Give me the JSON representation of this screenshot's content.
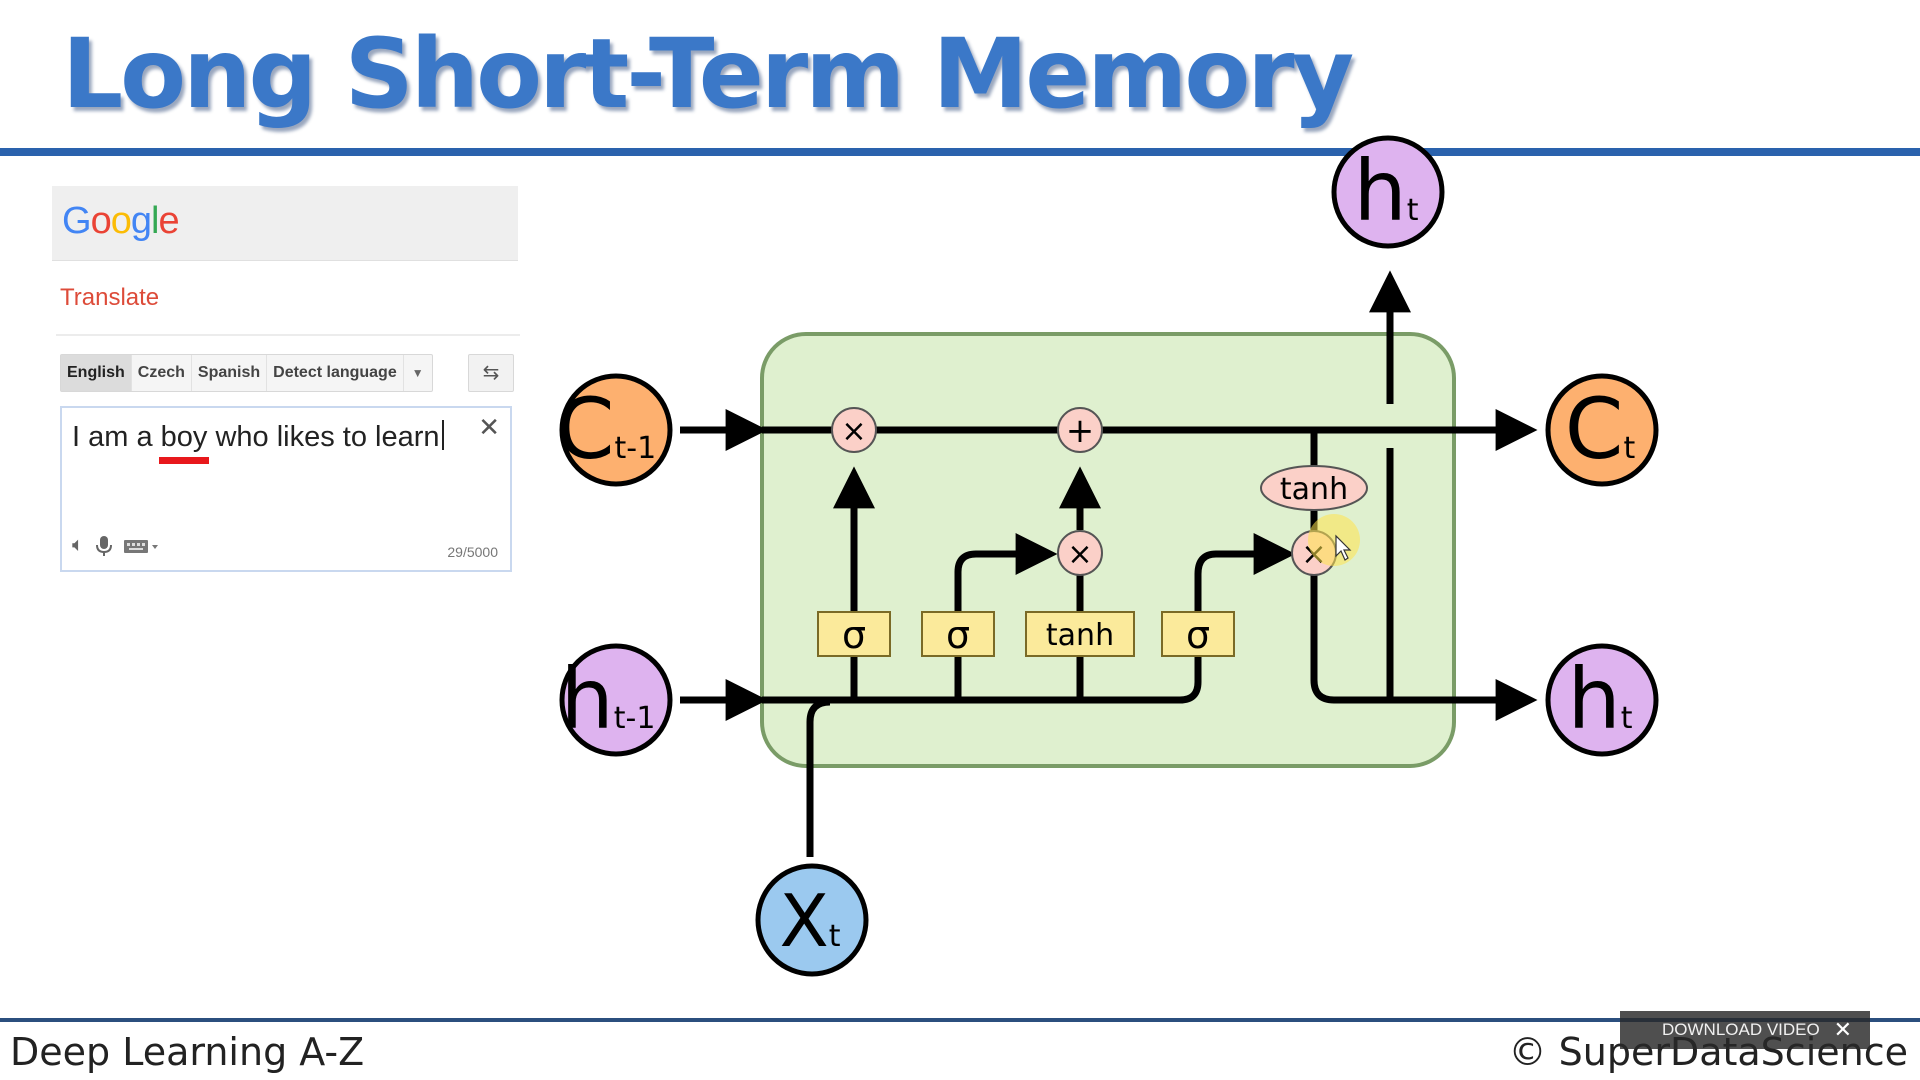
{
  "title": "Long Short-Term Memory",
  "footer": {
    "left": "Deep Learning A-Z",
    "right": "© SuperDataScience"
  },
  "download_bar": {
    "label": "DOWNLOAD VIDEO",
    "close": "✕"
  },
  "translate_panel": {
    "logo_letters": [
      "G",
      "o",
      "o",
      "g",
      "l",
      "e"
    ],
    "logo_colors": [
      "#4285f4",
      "#ea4335",
      "#fbbc05",
      "#4285f4",
      "#34a853",
      "#ea4335"
    ],
    "product": "Translate",
    "languages": [
      "English",
      "Czech",
      "Spanish",
      "Detect language"
    ],
    "active_language": "English",
    "swap_icon": "swap-arrows-icon",
    "input": {
      "before": "I am a ",
      "flagged": "boy",
      "after": " who likes to learn",
      "clear": "✕"
    },
    "char_count": "29/5000",
    "tools": [
      "speaker-icon",
      "microphone-icon",
      "keyboard-icon"
    ]
  },
  "diagram": {
    "colors": {
      "cell_fill": "#dff0cf",
      "cell_border": "#7a9c67",
      "c_node": "#fdb06f",
      "h_node": "#deb3ef",
      "x_node": "#9bc9ef",
      "gate": "#fbea9b",
      "op": "#fbd0c8",
      "line": "#000000"
    },
    "nodes": {
      "c_prev": {
        "main": "C",
        "sub": "t-1"
      },
      "c_next": {
        "main": "C",
        "sub": "t"
      },
      "h_prev": {
        "main": "h",
        "sub": "t-1"
      },
      "h_next": {
        "main": "h",
        "sub": "t"
      },
      "h_top": {
        "main": "h",
        "sub": "t"
      },
      "x_in": {
        "main": "X",
        "sub": "t"
      }
    },
    "gates": {
      "forget": "σ",
      "input": "σ",
      "candidate": "tanh",
      "output": "σ"
    },
    "ops": {
      "forget_mult": "×",
      "add": "+",
      "input_mult": "×",
      "output_mult": "×",
      "cell_tanh": "tanh"
    }
  }
}
